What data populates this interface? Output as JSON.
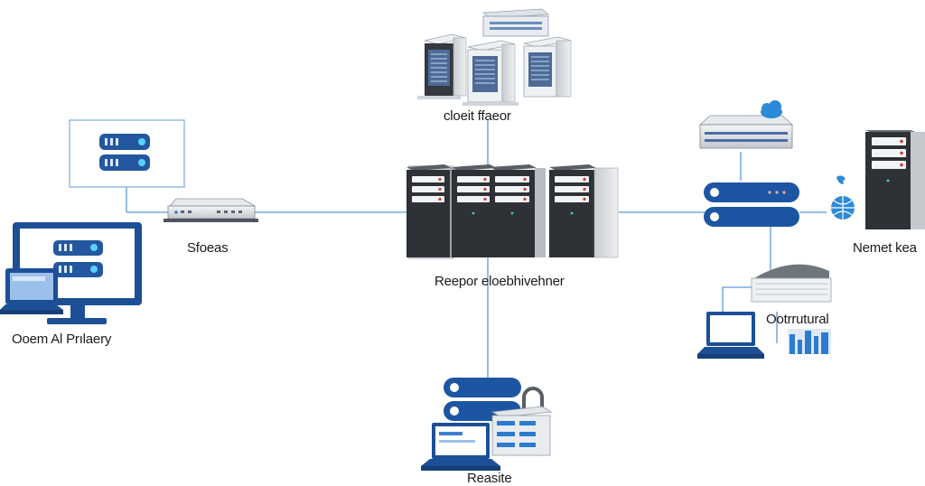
{
  "diagram": {
    "labels": {
      "cloud": "cloeit ffaeor",
      "storage": "Sfoeas",
      "left": "Ooem Al Prılaery",
      "center": "Reepor eloebhivehner",
      "right_server": "Nemet kea",
      "right_lower": "Ootrrutural",
      "bottom": "Reasite"
    },
    "colors": {
      "link": "#4a90d9",
      "accent_blue": "#1f5fa8",
      "server_dark": "#2b2d31",
      "server_grey": "#d5d8dc"
    },
    "icons": [
      "rack-server-cluster-icon",
      "tower-server-icon",
      "storage-switch-icon",
      "monitor-icon",
      "laptop-icon",
      "router-icon",
      "cloud-icon",
      "lock-icon"
    ]
  }
}
